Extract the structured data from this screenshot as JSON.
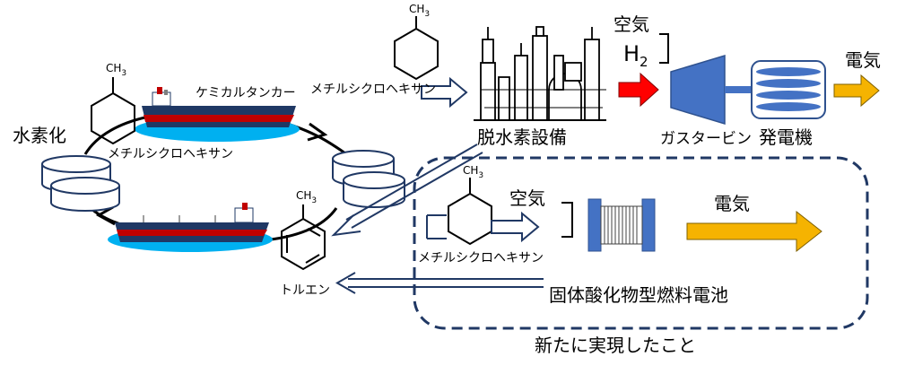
{
  "labels": {
    "chemical_tanker": "ケミカルタンカー",
    "hydrogenation": "水素化",
    "mch_left": "メチルシクロヘキサン",
    "mch_top": "メチルシクロヘキサン",
    "mch_fc": "メチルシクロヘキサン",
    "dehydrogenation": "脱水素設備",
    "gas_turbine": "ガスタービン",
    "generator": "発電機",
    "air_top": "空気",
    "h2_main": "H",
    "h2_sub": "2",
    "electricity_top": "電気",
    "air_fc": "空気",
    "electricity_fc": "電気",
    "sofc": "固体酸化物型燃料電池",
    "toluene": "トルエン",
    "new_achievement": "新たに実現したこと",
    "ch3_1": "CH",
    "ch3_1_sub": "3",
    "ch3_2": "CH",
    "ch3_2_sub": "3",
    "ch3_3": "CH",
    "ch3_3_sub": "3",
    "ch3_4": "CH",
    "ch3_4_sub": "3"
  },
  "colors": {
    "turbine_blue": "#4472C4",
    "hydrogen_red": "#FF0000",
    "electricity_yellow": "#F5B301",
    "ship_red": "#C00000",
    "ship_navy": "#1F3864",
    "sea_cyan": "#00B0F0",
    "outline_navy": "#203864"
  }
}
